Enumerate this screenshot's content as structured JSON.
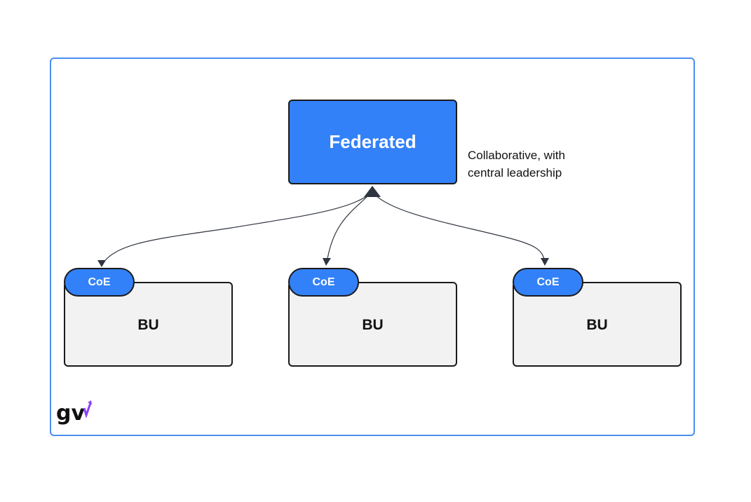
{
  "diagram": {
    "root": {
      "label": "Federated",
      "description": "Collaborative, with central leadership"
    },
    "units": [
      {
        "tag": "CoE",
        "label": "BU"
      },
      {
        "tag": "CoE",
        "label": "BU"
      },
      {
        "tag": "CoE",
        "label": "BU"
      }
    ]
  },
  "colors": {
    "frame": "#4a8ef0",
    "accent": "#3381f8",
    "unit_fill": "#f2f2f3",
    "logo_accent": "#8a3ffc"
  },
  "logo": {
    "text": "gv"
  }
}
